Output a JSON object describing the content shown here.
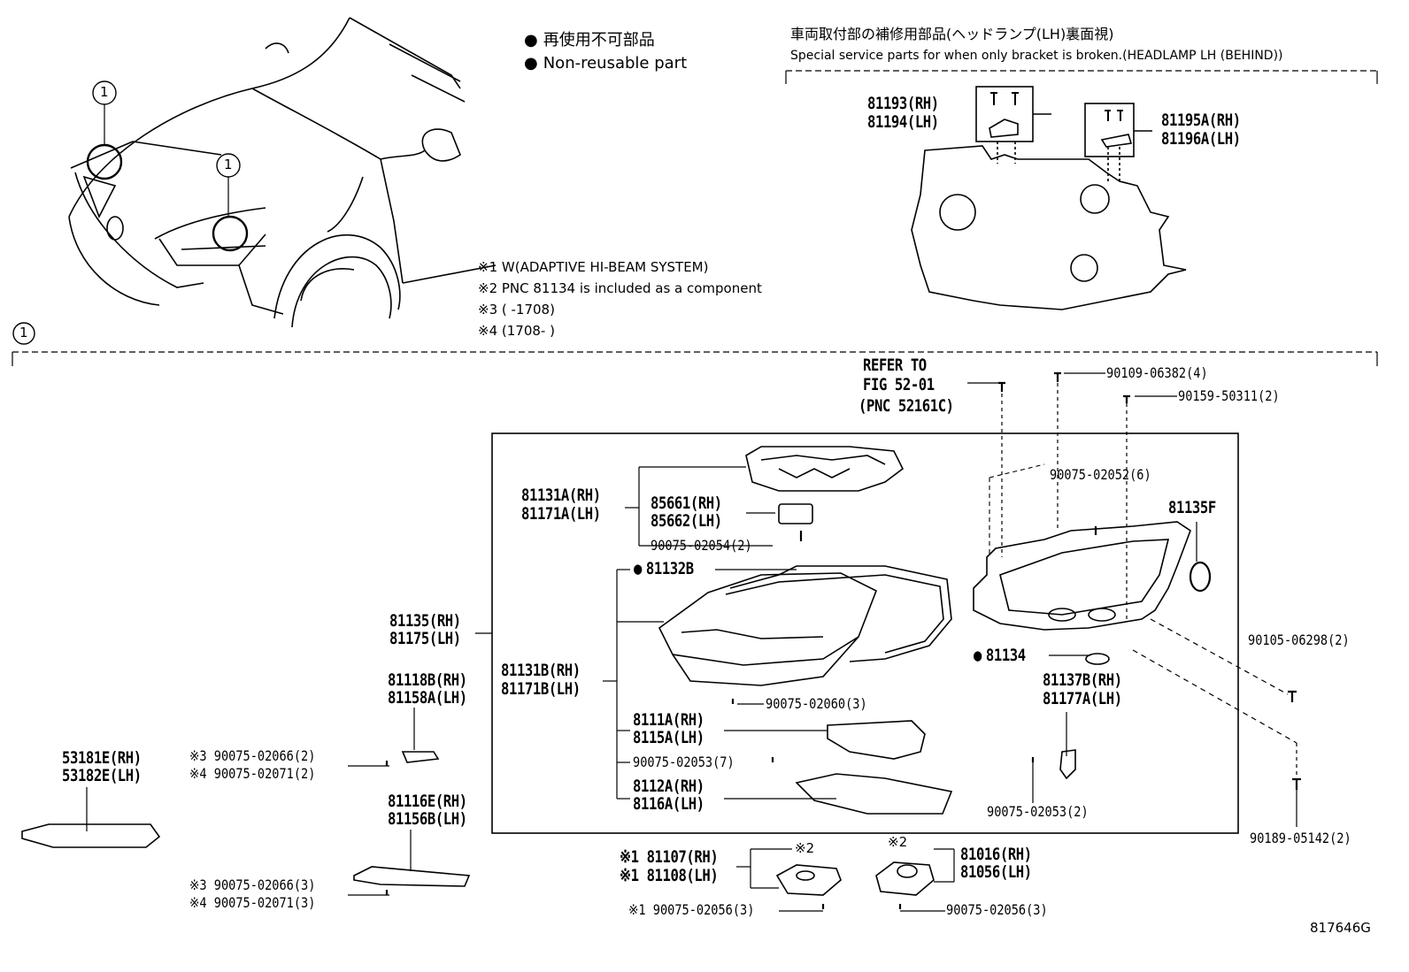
{
  "legend": {
    "ja": "再使用不可部品",
    "en": "Non-reusable part"
  },
  "callout_marker": "1",
  "service_section": {
    "title_ja": "車両取付部の補修用部品(ヘッドランプ(LH)裏面視)",
    "title_en": "Special service parts for when only bracket is broken.(HEADLAMP LH (BEHIND))",
    "parts": {
      "p81193": "81193(RH)",
      "p81194": "81194(LH)",
      "p81195": "81195A(RH)",
      "p81196": "81196A(LH)"
    }
  },
  "notes": {
    "n1": "※1 W(ADAPTIVE HI-BEAM SYSTEM)",
    "n2": "※2 PNC 81134 is included as a component",
    "n3": "※3 (       -1708)",
    "n4": "※4 (1708-       )"
  },
  "refer": {
    "l1": "REFER TO",
    "l2": "FIG 52-01",
    "l3": "(PNC 52161C)"
  },
  "parts": {
    "a90109": "90109-06382(4)",
    "a90159": "90159-50311(2)",
    "a90075_52": "90075-02052(6)",
    "a81135F": "81135F",
    "a81131A_rh": "81131A(RH)",
    "a81171A_lh": "81171A(LH)",
    "a85661": "85661(RH)",
    "a85662": "85662(LH)",
    "a90075_54": "90075-02054(2)",
    "a81132B": "81132B",
    "a81135_rh": "81135(RH)",
    "a81175_lh": "81175(LH)",
    "a81131B_rh": "81131B(RH)",
    "a81171B_lh": "81171B(LH)",
    "a90075_60": "90075-02060(3)",
    "a81134": "81134",
    "a81137B": "81137B(RH)",
    "a81177A": "81177A(LH)",
    "a90105": "90105-06298(2)",
    "a81118B": "81118B(RH)",
    "a81158A": "81158A(LH)",
    "a81111A": "8111A(RH)",
    "a8115A": "8115A(LH)",
    "a90075_53_7": "90075-02053(7)",
    "a8112A": "8112A(RH)",
    "a8116A": "8116A(LH)",
    "a90075_53_2": "90075-02053(2)",
    "a90189": "90189-05142(2)",
    "a53181E": "53181E(RH)",
    "a53182E": "53182E(LH)",
    "a3_66_2": "※3 90075-02066(2)",
    "a4_71_2": "※4 90075-02071(2)",
    "a81116E": "81116E(RH)",
    "a81156B": "81156B(LH)",
    "a3_66_3": "※3 90075-02066(3)",
    "a4_71_3": "※4 90075-02071(3)",
    "a81107": "※1 81107(RH)",
    "a81108": "※1 81108(LH)",
    "a_note2_a": "※2",
    "a_note2_b": "※2",
    "a81016": "81016(RH)",
    "a81056": "81056(LH)",
    "a1_56": "※1 90075-02056(3)",
    "a90075_56": "90075-02056(3)"
  },
  "figure_id": "817646G"
}
